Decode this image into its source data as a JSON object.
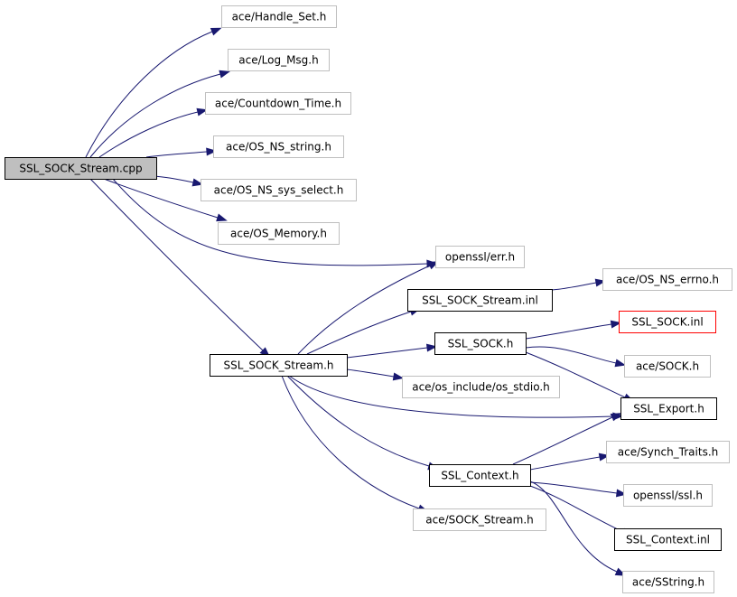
{
  "colors": {
    "edge": "#191970",
    "root_fill": "#bfbfbf",
    "border_solid": "#000000",
    "border_external": "#bfbfbf",
    "border_highlight": "#ff0000"
  },
  "nodes": [
    {
      "id": "root",
      "label": "SSL_SOCK_Stream.cpp",
      "style": "root"
    },
    {
      "id": "handle_set",
      "label": "ace/Handle_Set.h",
      "style": "external"
    },
    {
      "id": "log_msg",
      "label": "ace/Log_Msg.h",
      "style": "external"
    },
    {
      "id": "countdown",
      "label": "ace/Countdown_Time.h",
      "style": "external"
    },
    {
      "id": "os_ns_string",
      "label": "ace/OS_NS_string.h",
      "style": "external"
    },
    {
      "id": "os_ns_sys_select",
      "label": "ace/OS_NS_sys_select.h",
      "style": "external"
    },
    {
      "id": "os_memory",
      "label": "ace/OS_Memory.h",
      "style": "external"
    },
    {
      "id": "openssl_err",
      "label": "openssl/err.h",
      "style": "external"
    },
    {
      "id": "stream_inl",
      "label": "SSL_SOCK_Stream.inl",
      "style": "solid"
    },
    {
      "id": "os_ns_errno",
      "label": "ace/OS_NS_errno.h",
      "style": "external"
    },
    {
      "id": "sock_inl",
      "label": "SSL_SOCK.inl",
      "style": "highlight"
    },
    {
      "id": "ssl_sock_h",
      "label": "SSL_SOCK.h",
      "style": "solid"
    },
    {
      "id": "stream_h",
      "label": "SSL_SOCK_Stream.h",
      "style": "solid"
    },
    {
      "id": "ace_sock",
      "label": "ace/SOCK.h",
      "style": "external"
    },
    {
      "id": "os_stdio",
      "label": "ace/os_include/os_stdio.h",
      "style": "external"
    },
    {
      "id": "ssl_export",
      "label": "SSL_Export.h",
      "style": "solid"
    },
    {
      "id": "synch_traits",
      "label": "ace/Synch_Traits.h",
      "style": "external"
    },
    {
      "id": "ssl_context_h",
      "label": "SSL_Context.h",
      "style": "solid"
    },
    {
      "id": "openssl_ssl",
      "label": "openssl/ssl.h",
      "style": "external"
    },
    {
      "id": "sock_stream",
      "label": "ace/SOCK_Stream.h",
      "style": "external"
    },
    {
      "id": "ssl_context_inl",
      "label": "SSL_Context.inl",
      "style": "solid"
    },
    {
      "id": "sstring",
      "label": "ace/SString.h",
      "style": "external"
    }
  ],
  "edges": [
    {
      "from": "root",
      "to": "handle_set"
    },
    {
      "from": "root",
      "to": "log_msg"
    },
    {
      "from": "root",
      "to": "countdown"
    },
    {
      "from": "root",
      "to": "os_ns_string"
    },
    {
      "from": "root",
      "to": "os_ns_sys_select"
    },
    {
      "from": "root",
      "to": "os_memory"
    },
    {
      "from": "root",
      "to": "openssl_err"
    },
    {
      "from": "root",
      "to": "stream_h"
    },
    {
      "from": "stream_h",
      "to": "openssl_err"
    },
    {
      "from": "stream_h",
      "to": "stream_inl"
    },
    {
      "from": "stream_h",
      "to": "ssl_sock_h"
    },
    {
      "from": "stream_h",
      "to": "os_stdio"
    },
    {
      "from": "stream_h",
      "to": "ssl_export"
    },
    {
      "from": "stream_h",
      "to": "ssl_context_h"
    },
    {
      "from": "stream_h",
      "to": "sock_stream"
    },
    {
      "from": "stream_inl",
      "to": "os_ns_errno"
    },
    {
      "from": "ssl_sock_h",
      "to": "sock_inl"
    },
    {
      "from": "ssl_sock_h",
      "to": "ace_sock"
    },
    {
      "from": "ssl_sock_h",
      "to": "ssl_export"
    },
    {
      "from": "ssl_context_h",
      "to": "ssl_export"
    },
    {
      "from": "ssl_context_h",
      "to": "synch_traits"
    },
    {
      "from": "ssl_context_h",
      "to": "openssl_ssl"
    },
    {
      "from": "ssl_context_h",
      "to": "ssl_context_inl"
    },
    {
      "from": "ssl_context_h",
      "to": "sstring"
    }
  ]
}
